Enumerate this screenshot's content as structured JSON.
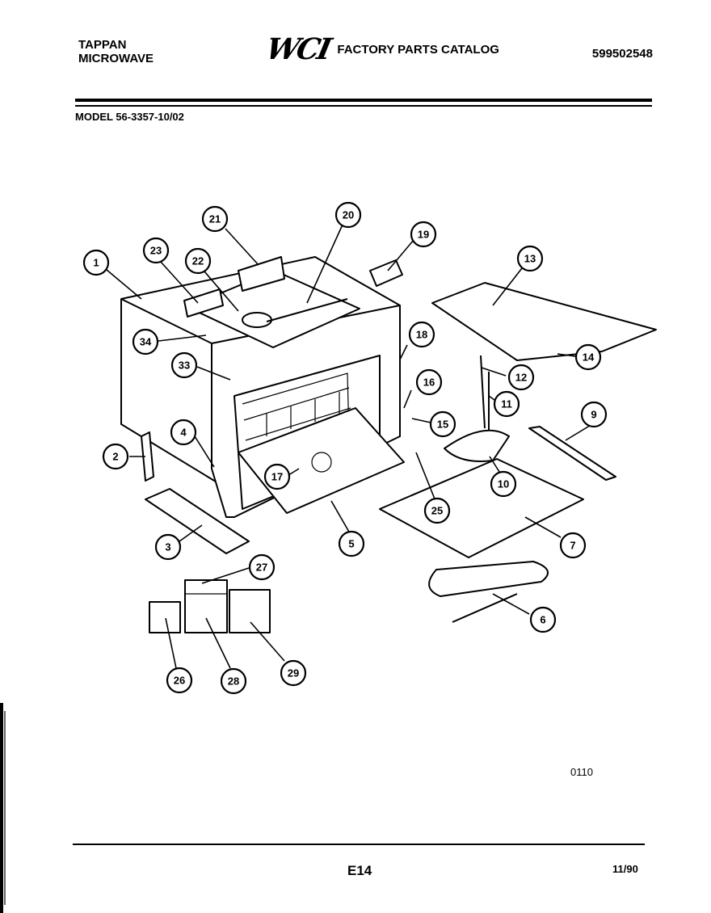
{
  "header": {
    "brand_line1": "TAPPAN",
    "brand_line2": "MICROWAVE",
    "logo_mark": "WCI",
    "catalog_title": "FACTORY PARTS CATALOG",
    "catalog_number": "599502548"
  },
  "model_label": "MODEL 56-3357-10/02",
  "figure_ref": "0110",
  "footer": {
    "page_code": "E14",
    "date": "11/90"
  },
  "callouts": {
    "c1": "1",
    "c2": "2",
    "c3": "3",
    "c4": "4",
    "c5": "5",
    "c6": "6",
    "c7": "7",
    "c9": "9",
    "c10": "10",
    "c11": "11",
    "c12": "12",
    "c13": "13",
    "c14": "14",
    "c15": "15",
    "c16": "16",
    "c17": "17",
    "c18": "18",
    "c19": "19",
    "c20": "20",
    "c21": "21",
    "c22": "22",
    "c23": "23",
    "c25": "25",
    "c26": "26",
    "c27": "27",
    "c28": "28",
    "c29": "29",
    "c33": "33",
    "c34": "34"
  }
}
